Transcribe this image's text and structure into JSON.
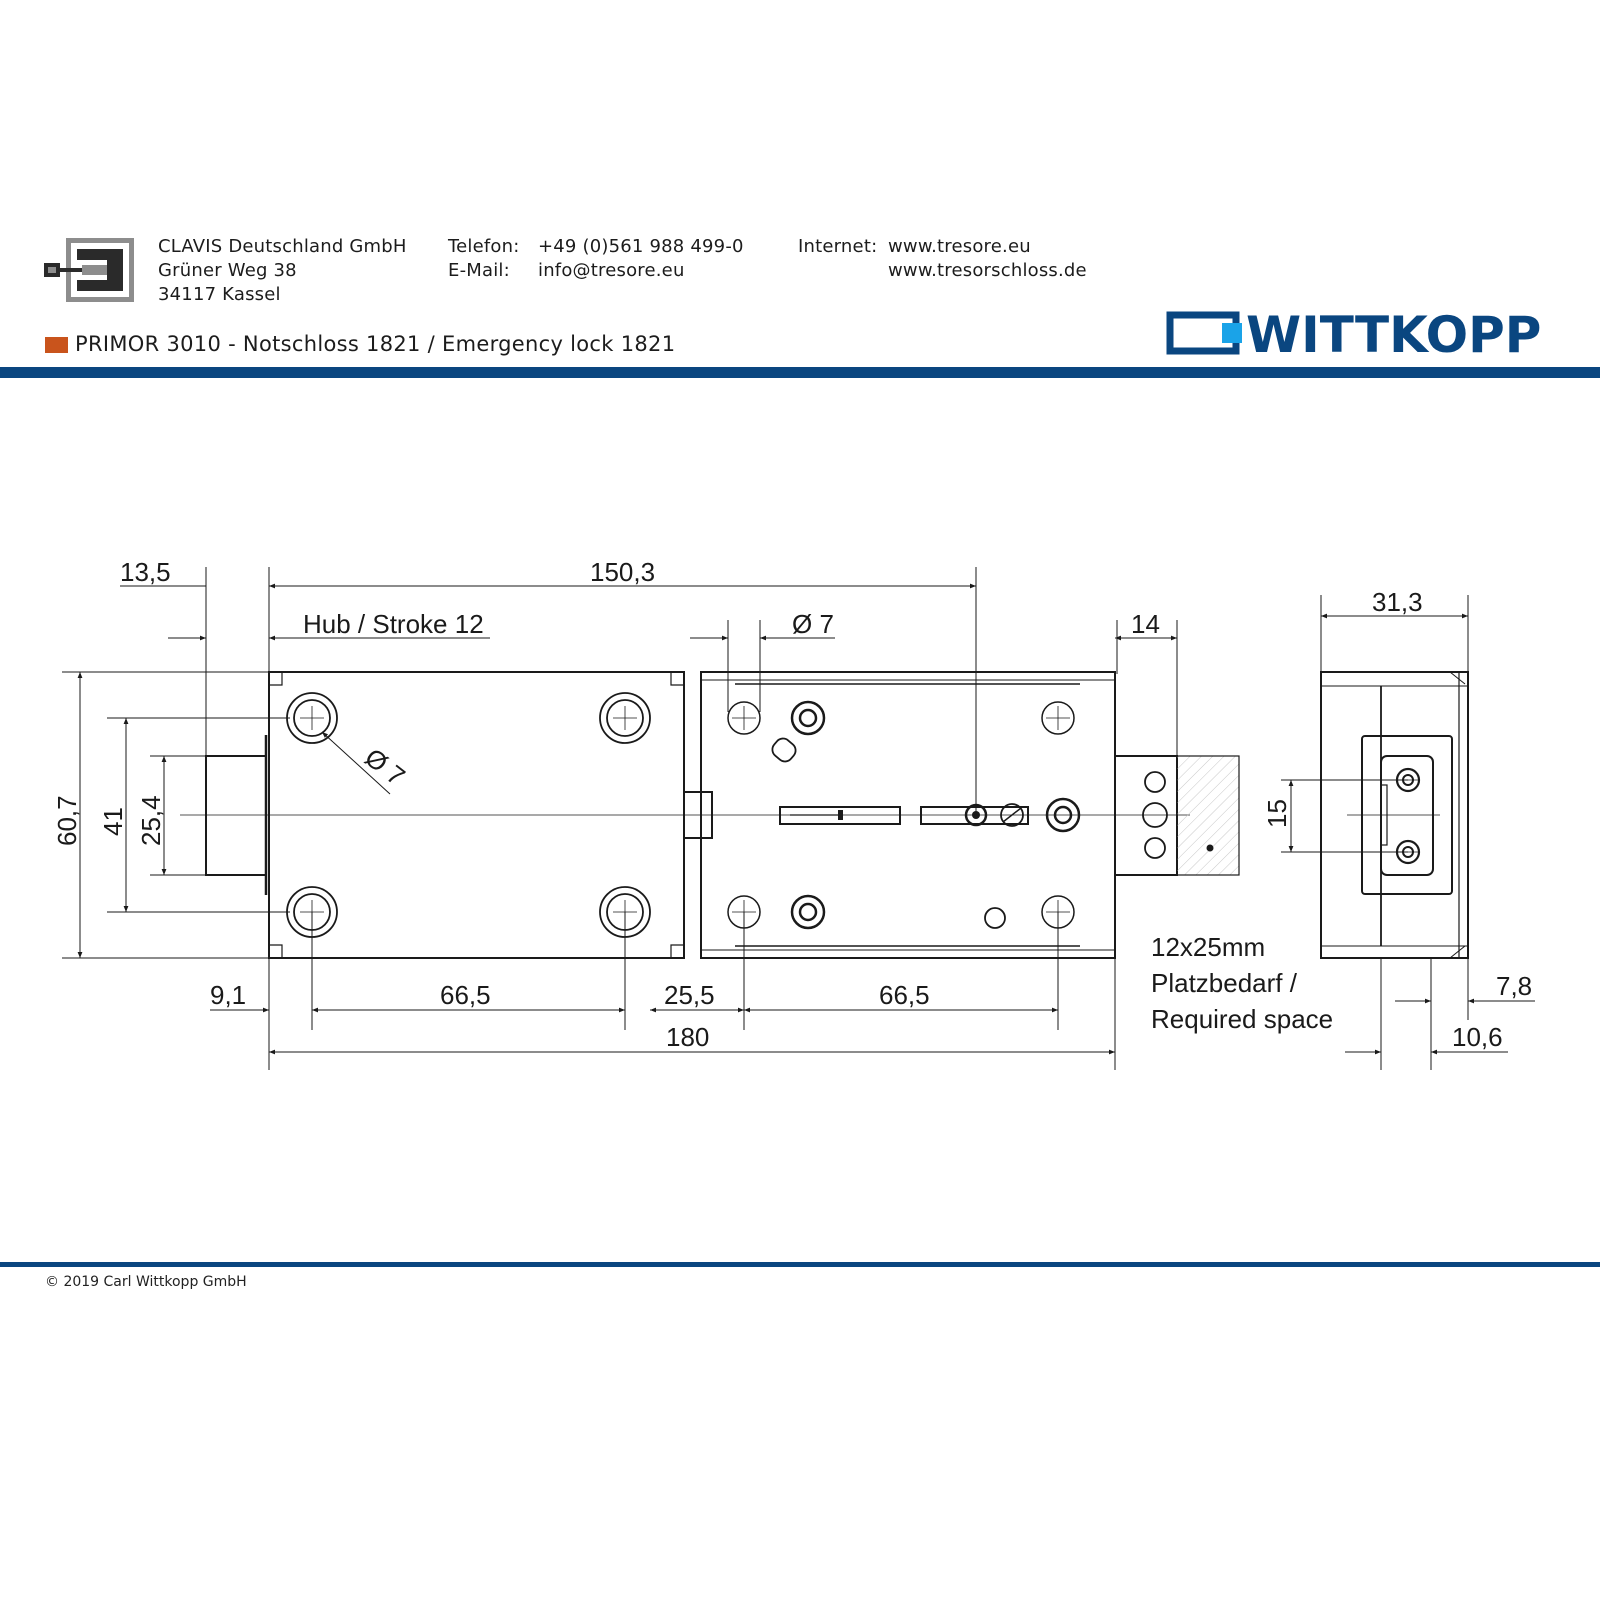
{
  "company": {
    "name": "CLAVIS Deutschland GmbH",
    "street": "Grüner Weg 38",
    "city": "34117 Kassel"
  },
  "contact": {
    "phone_label": "Telefon:",
    "phone": "+49 (0)561 988 499-0",
    "email_label": "E-Mail:",
    "email": "info@tresore.eu",
    "internet_label": "Internet:",
    "web1": "www.tresore.eu",
    "web2": "www.tresorschloss.de"
  },
  "brand": {
    "name": "WITTKOPP",
    "color": "#0a4680",
    "accent": "#1aa3e8",
    "title_marker_color": "#c9541c"
  },
  "document": {
    "title": "PRIMOR 3010 - Notschloss 1821 / Emergency lock 1821",
    "footer": "© 2019 Carl Wittkopp GmbH"
  },
  "drawing": {
    "dims": {
      "d13_5": "13,5",
      "d150_3": "150,3",
      "hub": "Hub / Stroke 12",
      "dia7_top": "Ø 7",
      "dia7_diag": "Ø 7",
      "d14": "14",
      "d31_3": "31,3",
      "d60_7": "60,7",
      "d41": "41",
      "d25_4": "25,4",
      "d15": "15",
      "d9_1": "9,1",
      "d66_5a": "66,5",
      "d25_5": "25,5",
      "d66_5b": "66,5",
      "d180": "180",
      "d7_8": "7,8",
      "d10_6": "10,6"
    },
    "space_note": {
      "line1": "12x25mm",
      "line2": "Platzbedarf /",
      "line3": "Required space"
    }
  }
}
